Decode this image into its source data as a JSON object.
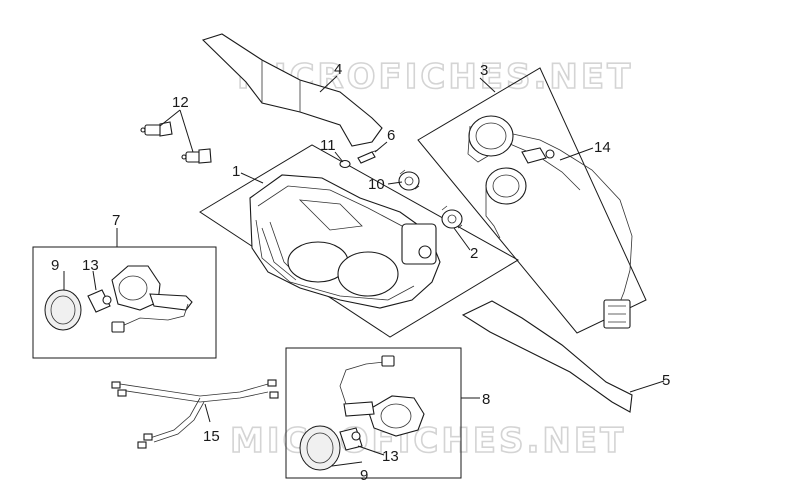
{
  "watermark": {
    "text": "MICROFICHES.NET"
  },
  "callouts": [
    {
      "id": "1",
      "text": "1"
    },
    {
      "id": "2",
      "text": "2"
    },
    {
      "id": "3",
      "text": "3"
    },
    {
      "id": "4",
      "text": "4"
    },
    {
      "id": "5",
      "text": "5"
    },
    {
      "id": "6",
      "text": "6"
    },
    {
      "id": "7",
      "text": "7"
    },
    {
      "id": "8",
      "text": "8"
    },
    {
      "id": "9a",
      "text": "9"
    },
    {
      "id": "9b",
      "text": "9"
    },
    {
      "id": "10",
      "text": "10"
    },
    {
      "id": "11",
      "text": "11"
    },
    {
      "id": "12",
      "text": "12"
    },
    {
      "id": "13a",
      "text": "13"
    },
    {
      "id": "13b",
      "text": "13"
    },
    {
      "id": "14",
      "text": "14"
    },
    {
      "id": "15",
      "text": "15"
    }
  ]
}
